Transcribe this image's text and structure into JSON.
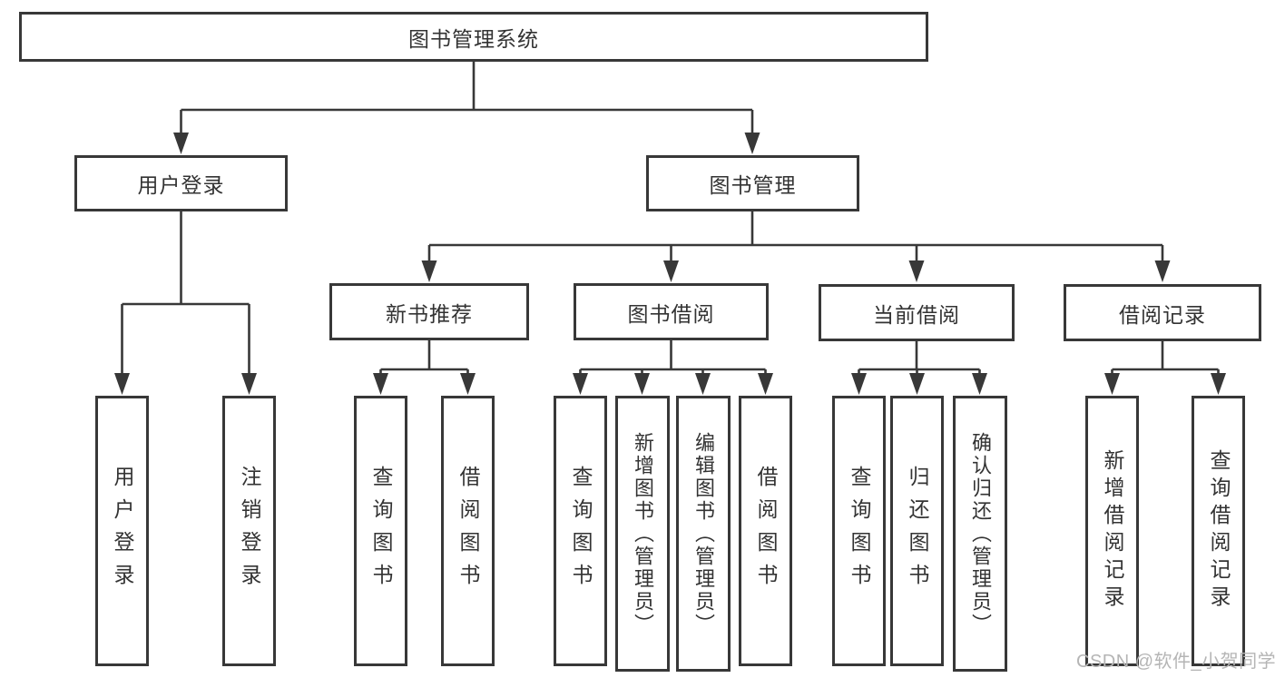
{
  "diagram_title": "图书管理系统",
  "tree": {
    "root": {
      "label": "图书管理系统",
      "children": [
        {
          "label": "用户登录",
          "children": [
            {
              "label": "用户登录"
            },
            {
              "label": "注销登录"
            }
          ]
        },
        {
          "label": "图书管理",
          "children": [
            {
              "label": "新书推荐",
              "children": [
                {
                  "label": "查询图书"
                },
                {
                  "label": "借阅图书"
                }
              ]
            },
            {
              "label": "图书借阅",
              "children": [
                {
                  "label": "查询图书"
                },
                {
                  "label": "新增图书（管理员）"
                },
                {
                  "label": "编辑图书（管理员）"
                },
                {
                  "label": "借阅图书"
                }
              ]
            },
            {
              "label": "当前借阅",
              "children": [
                {
                  "label": "查询图书"
                },
                {
                  "label": "归还图书"
                },
                {
                  "label": "确认归还（管理员）"
                }
              ]
            },
            {
              "label": "借阅记录",
              "children": [
                {
                  "label": "新增借阅记录"
                },
                {
                  "label": "查询借阅记录"
                }
              ]
            }
          ]
        }
      ]
    }
  },
  "watermark": "CSDN @软件_小贺同学",
  "colors": {
    "line": "#383838",
    "box_border": "#383838",
    "text": "#333333",
    "watermark": "#b5b5b5",
    "background": "#ffffff"
  }
}
